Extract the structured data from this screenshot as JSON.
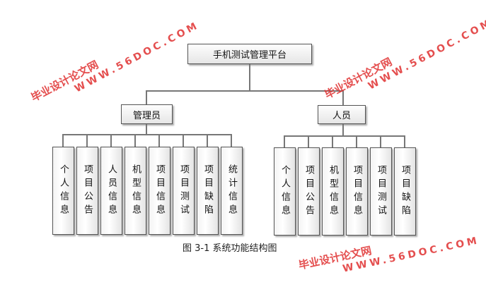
{
  "root": {
    "label": "手机测试管理平台"
  },
  "roles": [
    {
      "label": "管理员",
      "functions": [
        "个人信息",
        "项目公告",
        "人员信息",
        "机型信息",
        "项目信息",
        "项目测试",
        "项目缺陷",
        "统计信息"
      ]
    },
    {
      "label": "人员",
      "functions": [
        "个人信息",
        "项目公告",
        "机型信息",
        "项目信息",
        "项目测试",
        "项目缺陷"
      ]
    }
  ],
  "caption": "图 3-1 系统功能结构图",
  "watermark": {
    "site_name": "毕业设计论文网",
    "url": "WWW.56DOC.COM"
  }
}
